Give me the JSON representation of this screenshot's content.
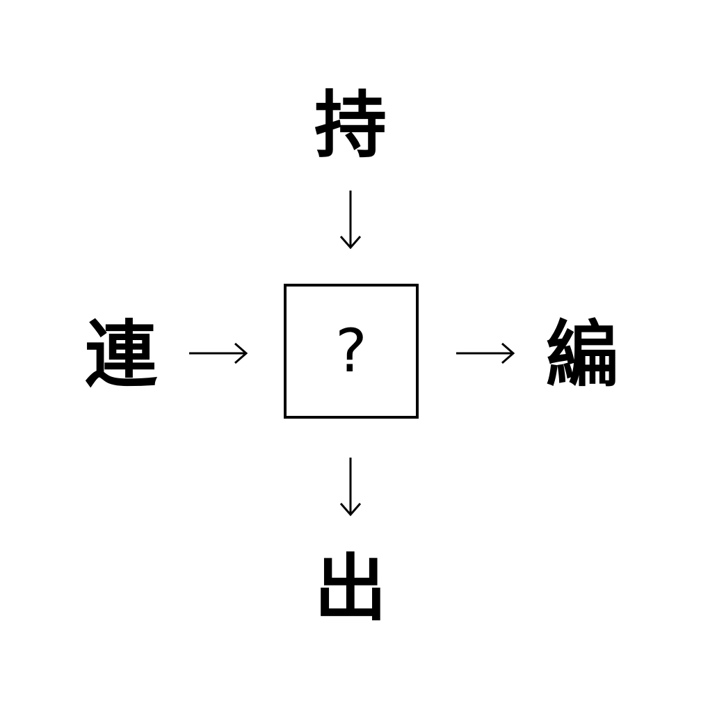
{
  "puzzle": {
    "top": "持",
    "left": "連",
    "right": "編",
    "bottom": "出",
    "center": "?"
  }
}
